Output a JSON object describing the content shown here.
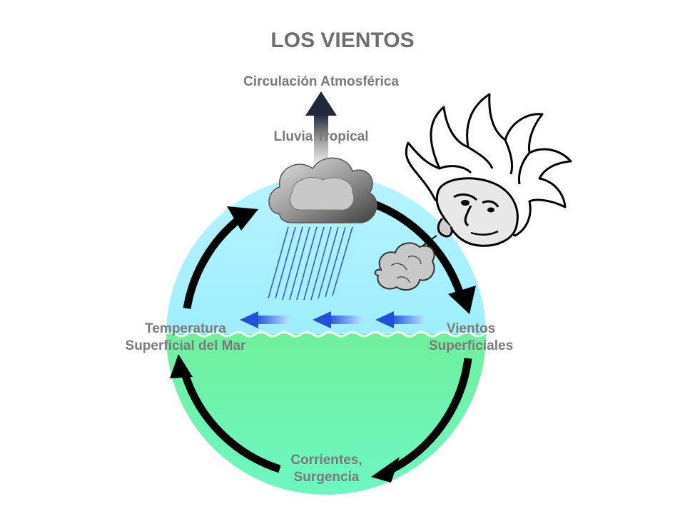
{
  "title": "LOS VIENTOS",
  "labels": {
    "atmospheric_circulation": "Circulación Atmosférica",
    "tropical_rain": "Lluvia Tropical",
    "sst_line1": "Temperatura",
    "sst_line2": "Superficial del Mar",
    "winds_line1": "Vientos",
    "winds_line2": "Superficiales",
    "currents_line1": "Corrientes,",
    "currents_line2": "Surgencia"
  },
  "colors": {
    "sky": "#a6f0ff",
    "ocean": "#6ff09c",
    "arrow": "#000000",
    "wind_arrow": "#3a78e0",
    "rain": "#3a5ad0",
    "text": "#7a7a7a"
  },
  "icons": {
    "wind_face": "wind-face-icon",
    "cloud": "rain-cloud-icon"
  }
}
